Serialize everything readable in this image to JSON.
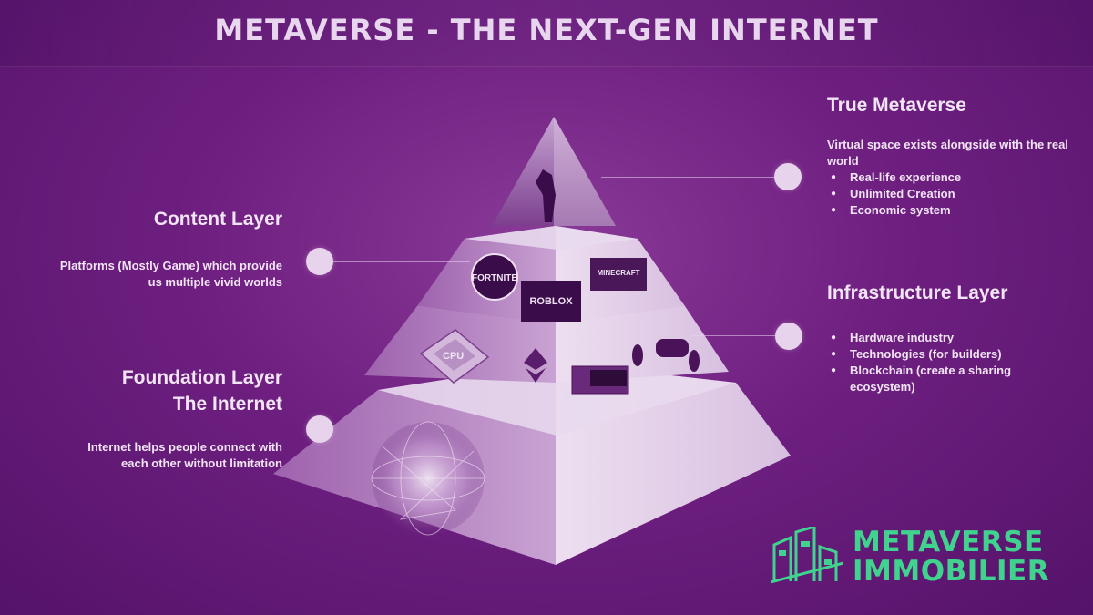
{
  "title": "METAVERSE - THE NEXT-GEN INTERNET",
  "layers": {
    "true_metaverse": {
      "heading": "True Metaverse",
      "desc": "Virtual space exists alongside with the real world",
      "bullets": [
        "Real-life experience",
        "Unlimited Creation",
        "Economic system"
      ]
    },
    "content": {
      "heading": "Content Layer",
      "desc_line1": "Platforms (Mostly Game) which provide",
      "desc_line2": "us multiple vivid worlds",
      "platforms": [
        "FORTNITE",
        "ROBLOX",
        "MINECRAFT"
      ]
    },
    "infrastructure": {
      "heading": "Infrastructure Layer",
      "bullets": [
        "Hardware industry",
        "Technologies (for builders)",
        "Blockchain (create a sharing ecosystem)"
      ],
      "chip_label": "CPU"
    },
    "foundation": {
      "heading_line1": "Foundation Layer",
      "heading_line2": "The Internet",
      "desc_line1": "Internet helps people connect with",
      "desc_line2": "each other without limitation"
    }
  },
  "brand": {
    "line1": "METAVERSE",
    "line2": "IMMOBILIER"
  },
  "colors": {
    "background": "#6e1f80",
    "brand_green": "#3fd38e",
    "text": "#f1e4f4"
  }
}
